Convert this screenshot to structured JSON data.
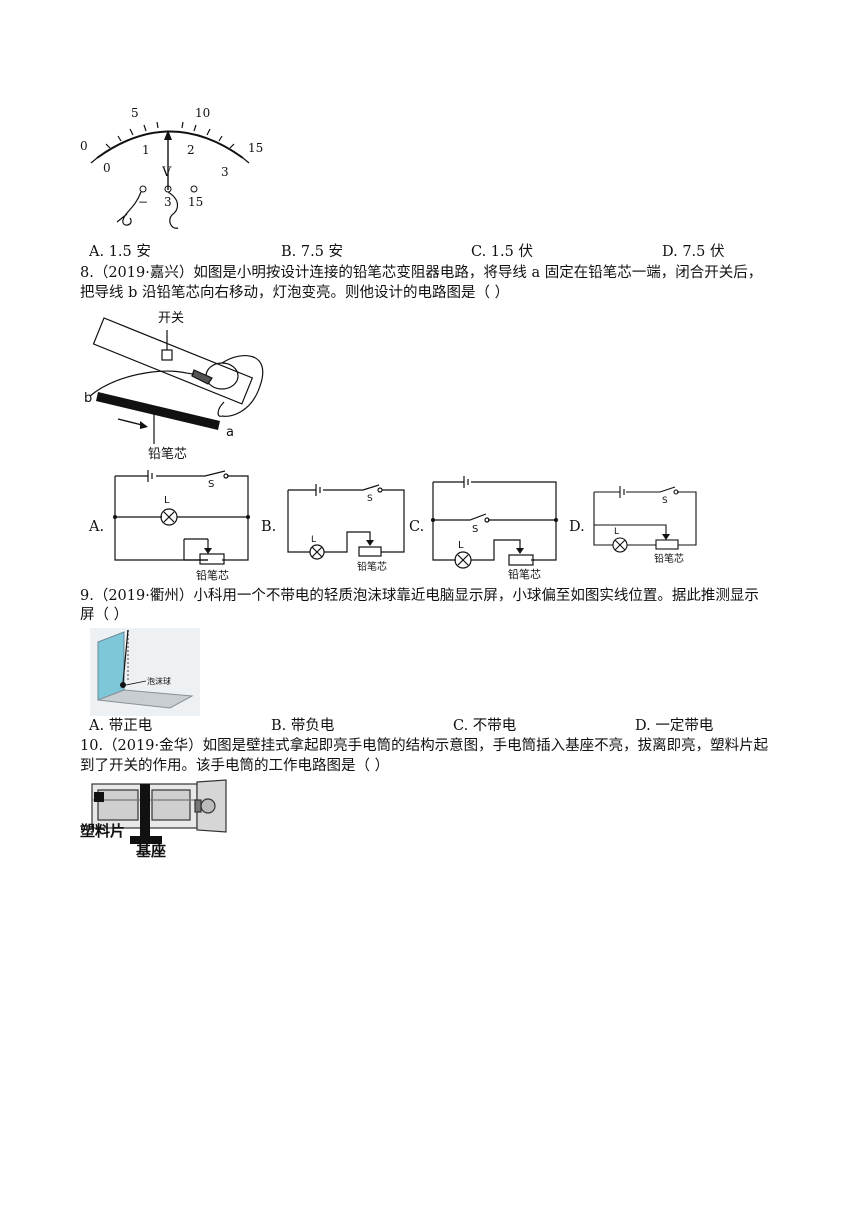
{
  "voltmeter": {
    "upper_scale": [
      "0",
      "5",
      "10",
      "15"
    ],
    "lower_scale": [
      "0",
      "1",
      "2",
      "3"
    ],
    "unit": "V",
    "terminals": [
      "−",
      "3",
      "15"
    ]
  },
  "q7_options": [
    {
      "label": "A. 1.5 安"
    },
    {
      "label": "B. 7.5 安"
    },
    {
      "label": "C. 1.5 伏"
    },
    {
      "label": "D. 7.5 伏"
    }
  ],
  "q8": {
    "stem_line1": "8.（2019·嘉兴）如图是小明按设计连接的铅笔芯变阻器电路，将导线 a 固定在铅笔芯一端，闭合开关后，",
    "stem_line2": "把导线 b 沿铅笔芯向右移动，灯泡变亮。则他设计的电路图是（     ）",
    "figure_labels": {
      "switch": "开关",
      "wire_b": "b",
      "wire_a": "a",
      "pencil_lead": "铅笔芯"
    },
    "circuit_labels": {
      "A": "A.",
      "B": "B.",
      "C": "C.",
      "D": "D."
    },
    "component_labels": {
      "lamp": "L",
      "switch": "S",
      "rheostat": "铅笔芯"
    }
  },
  "q9": {
    "stem_line1": "9.（2019·衢州）小科用一个不带电的轻质泡沫球靠近电脑显示屏，小球偏至如图实线位置。据此推测显示",
    "stem_line2": "屏（     ）",
    "figure_label": "泡沫球",
    "options": [
      {
        "label": "A. 带正电"
      },
      {
        "label": "B. 带负电"
      },
      {
        "label": "C. 不带电"
      },
      {
        "label": "D. 一定带电"
      }
    ]
  },
  "q10": {
    "stem_line1": "10.（2019·金华）如图是壁挂式拿起即亮手电筒的结构示意图，手电筒插入基座不亮，拔离即亮，塑料片起",
    "stem_line2": "到了开关的作用。该手电筒的工作电路图是（     ）",
    "figure_labels": {
      "plastic": "塑料片",
      "base": "基座"
    }
  }
}
